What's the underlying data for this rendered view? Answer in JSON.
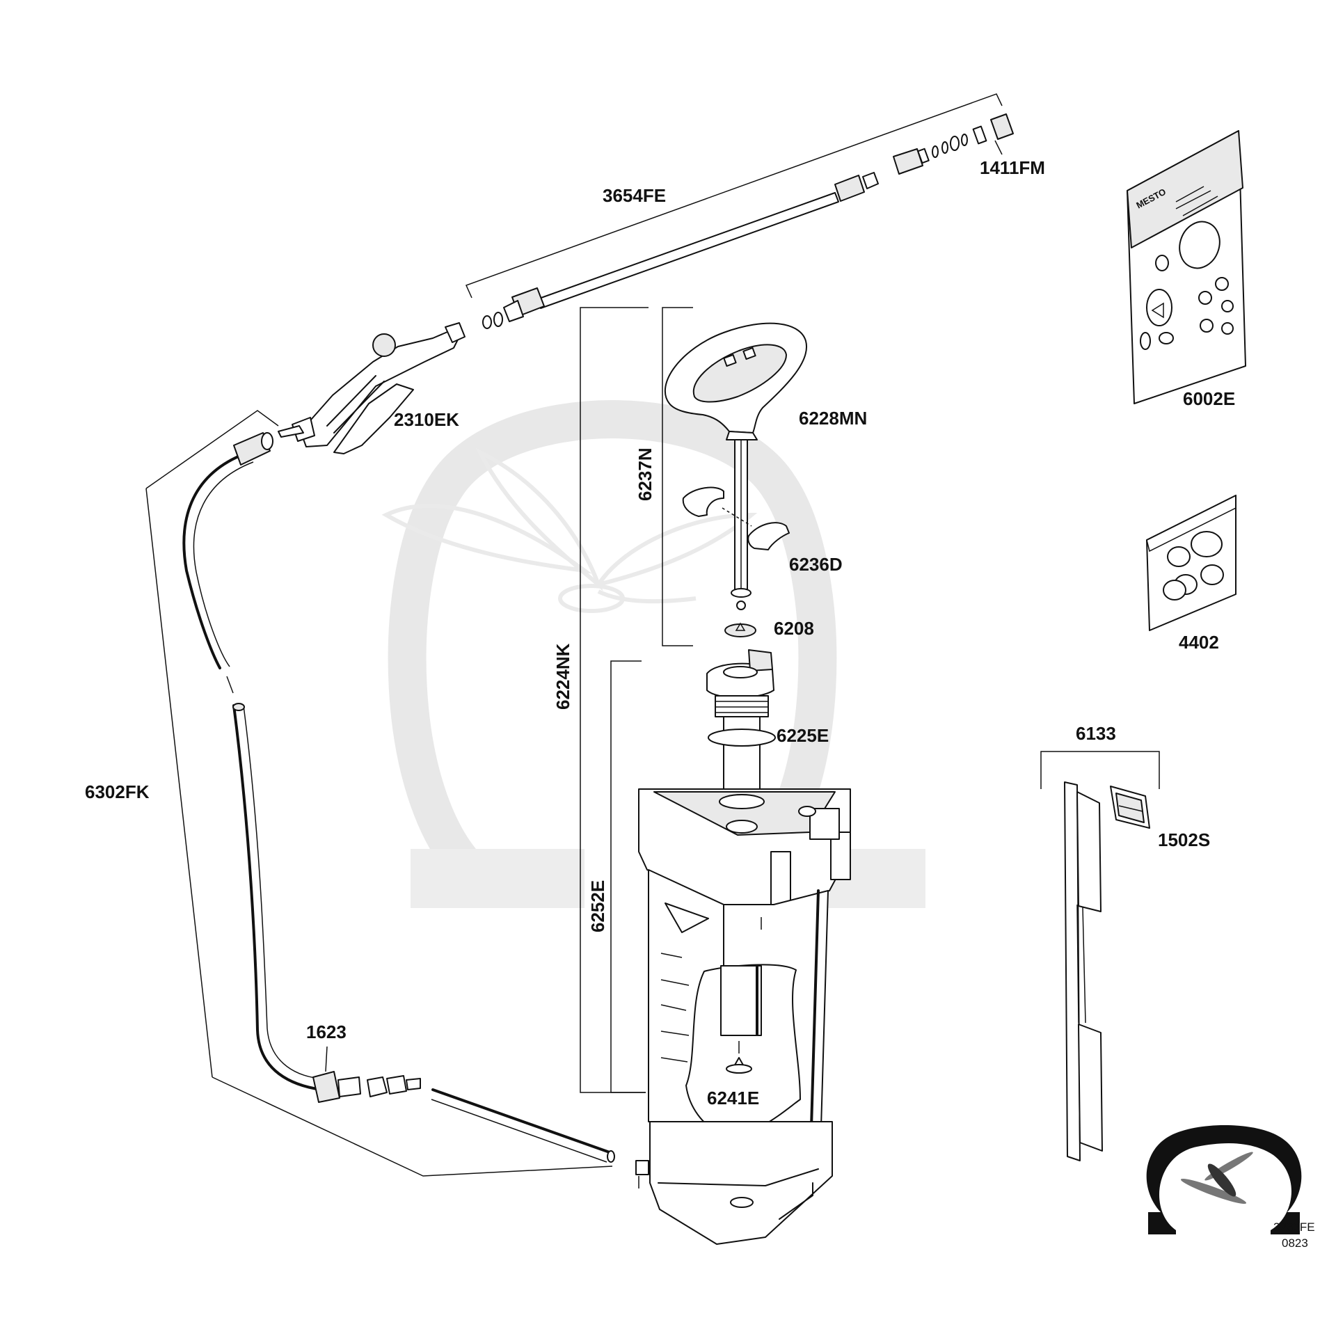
{
  "labels": {
    "lance": "3654FE",
    "nozzle": "1411FM",
    "spray_gun": "2310EK",
    "handle": "6228MN",
    "pump_rod": "6237N",
    "pump_clips": "6236D",
    "valve_seal": "6208",
    "pump_assembly": "6224NK",
    "o_ring": "6225E",
    "pump_cylinder": "6252E",
    "hose": "6302FK",
    "hose_connector": "1623",
    "bottom_valve": "6241E",
    "seal_kit": "6002E",
    "filter_pack": "4402",
    "strap": "6133",
    "strap_buckle": "1502S"
  },
  "seal_kit_brand": "MESTO",
  "document_code": "3232FE",
  "document_revision": "0823",
  "icons": {
    "watermark": "omega-dragonfly-watermark",
    "logo": "omega-dragonfly-logo"
  },
  "colors": {
    "line": "#111111",
    "watermark": "#e6e6e6",
    "background": "#ffffff"
  }
}
